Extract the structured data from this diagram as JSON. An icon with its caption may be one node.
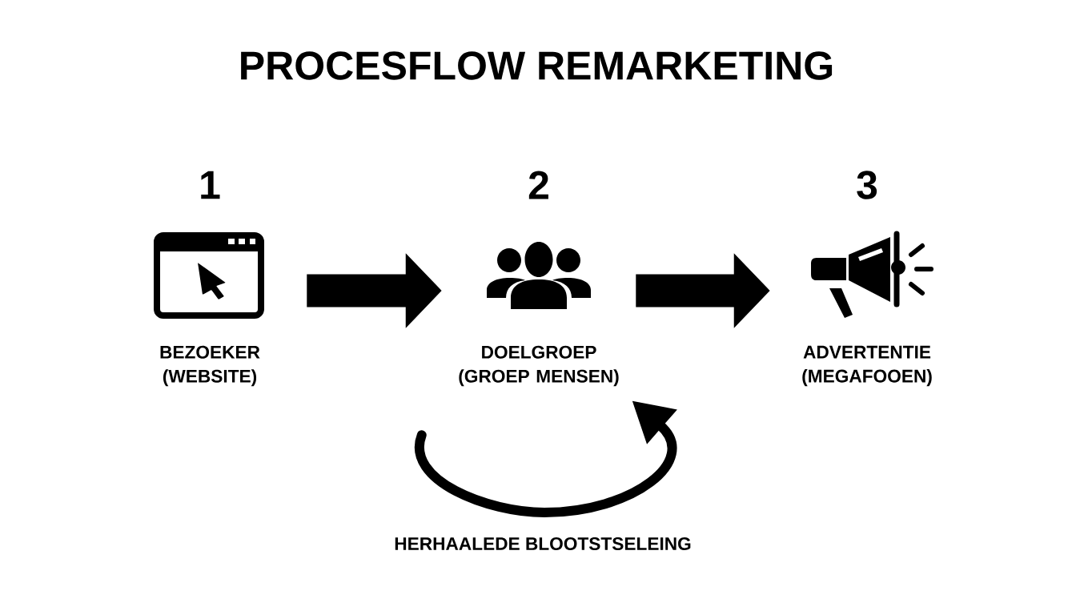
{
  "diagram": {
    "title": "PROCESFLOW REMARKETING",
    "nodes": [
      {
        "text": [
          "1",
          "BEZOEKER (WEBSITE)"
        ]
      },
      {
        "text": [
          "2",
          "DOELGROEP (GROEP MENSEN)"
        ]
      },
      {
        "text": [
          "3",
          "ADVERTENTIE (MEGAFOOEN)"
        ]
      }
    ],
    "edges": [
      {
        "from": 0,
        "to": 1,
        "arrow": "to"
      },
      {
        "from": 1,
        "to": 2,
        "arrow": "to"
      },
      {
        "from": null,
        "to": 1,
        "arrow": "to",
        "label": "HERHAALEDE BLOOTSTSELEING"
      }
    ]
  }
}
